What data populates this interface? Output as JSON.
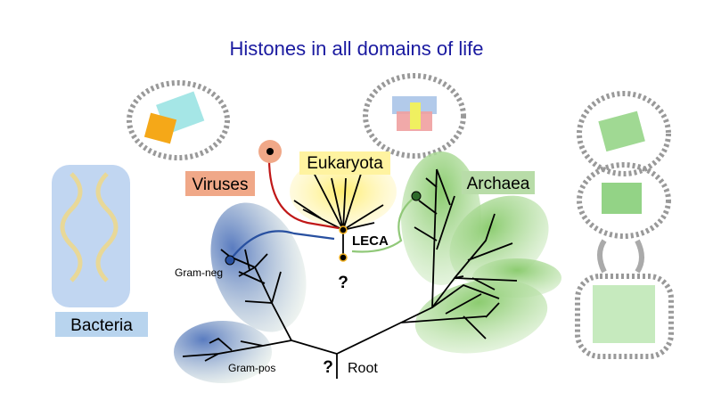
{
  "title": "Histones in all domains of life",
  "labels": {
    "viruses": "Viruses",
    "eukaryota": "Eukaryota",
    "archaea": "Archaea",
    "bacteria": "Bacteria",
    "leca": "LECA",
    "gram_neg": "Gram-neg",
    "gram_pos": "Gram-pos",
    "root": "Root",
    "question_leca": "?",
    "question_root": "?"
  },
  "colors": {
    "title": "#1a1aa0",
    "viruses": "#f0a888",
    "eukaryota": "#fff3a0",
    "archaea": "#b8dca8",
    "bacteria": "#b8d4ee",
    "virus_arrow": "#c01818",
    "bacteria_arrow": "#2850a0",
    "archaea_arrow": "#90c878"
  }
}
